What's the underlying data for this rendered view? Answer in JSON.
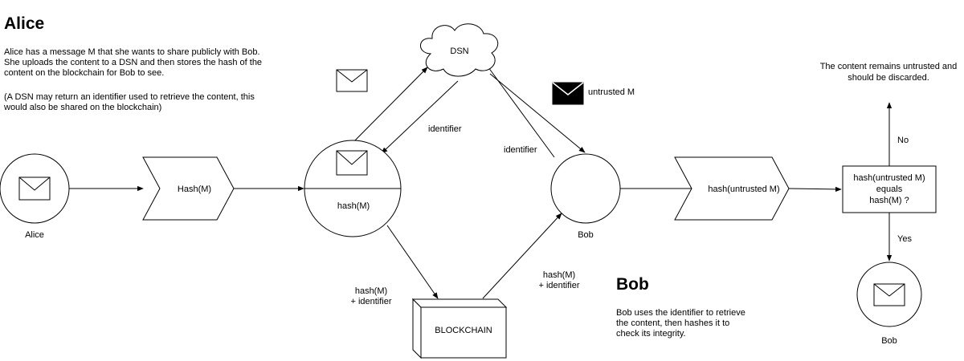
{
  "alice_section": {
    "heading": "Alice",
    "description": [
      "Alice has a message M that she wants to share publicly with Bob.",
      "She uploads the content to a DSN and then stores the hash of the",
      "content on the blockchain for Bob to see."
    ],
    "note": [
      "(A DSN may return an identifier used to retrieve the content, this",
      "would also be shared on the blockchain)"
    ]
  },
  "bob_section": {
    "heading": "Bob",
    "description": [
      "Bob uses the identifier to retrieve",
      "the content, then hashes it to",
      "check its integrity."
    ]
  },
  "nodes": {
    "alice": "Alice",
    "hash_m": "Hash(M)",
    "package_hash": "hash(M)",
    "dsn": "DSN",
    "bob": "Bob",
    "blockchain": "BLOCKCHAIN",
    "hash_untrusted": "hash(untrusted M)",
    "decision": [
      "hash(untrusted M)",
      "equals",
      "hash(M) ?"
    ],
    "bob_final": "Bob"
  },
  "edge_labels": {
    "identifier_from_dsn": "identifier",
    "identifier_to_dsn": "identifier",
    "untrusted_m": "untrusted M",
    "to_blockchain": [
      "hash(M)",
      "+ identifier"
    ],
    "from_blockchain": [
      "hash(M)",
      "+ identifier"
    ],
    "no": "No",
    "yes": "Yes"
  },
  "outcome_untrusted": [
    "The content remains untrusted and",
    "should be discarded."
  ],
  "icons": [
    "envelope-icon",
    "envelope-filled-icon"
  ]
}
